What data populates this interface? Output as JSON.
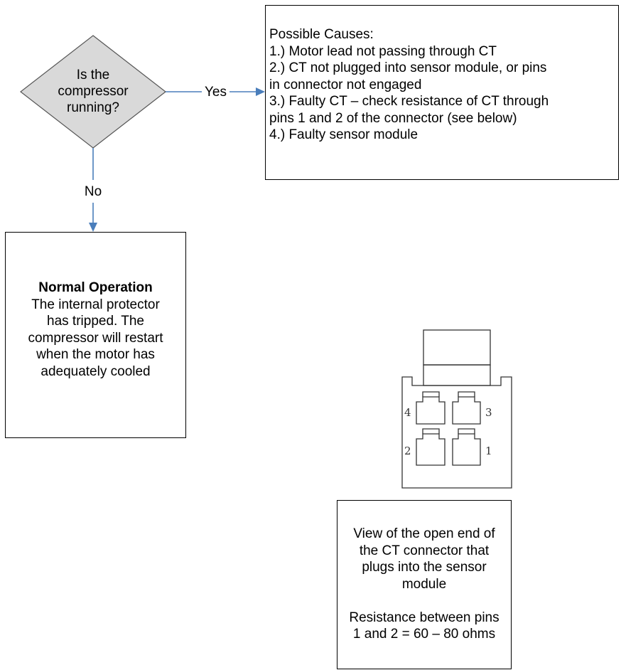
{
  "decision": {
    "question_lines": [
      "Is the",
      "compressor",
      "running?"
    ],
    "fill_color": "#d9d9d9",
    "outline_color": "#555555"
  },
  "connectors": {
    "yes_label": "Yes",
    "no_label": "No",
    "arrow_color": "#4a7ebb"
  },
  "possible_causes": {
    "title": "Possible Causes:",
    "lines": [
      "1.)  Motor lead not passing through CT",
      "2.)  CT not plugged into sensor module, or pins",
      "in connector not engaged",
      "3.)  Faulty CT – check resistance of CT through",
      "pins 1 and 2 of  the connector (see below)",
      "4.)  Faulty sensor module"
    ]
  },
  "normal_operation": {
    "title": "Normal Operation",
    "lines": [
      "The internal protector",
      "has tripped.  The",
      "compressor will restart",
      "when the motor has",
      "adequately cooled"
    ]
  },
  "connector_figure": {
    "pin_labels": [
      "4",
      "3",
      "2",
      "1"
    ]
  },
  "connector_caption": {
    "lines": [
      "View of the open end of",
      "the CT connector that",
      "plugs into the sensor",
      "module"
    ],
    "resistance_lines": [
      "Resistance between pins",
      "1 and 2 = 60 – 80 ohms"
    ]
  }
}
